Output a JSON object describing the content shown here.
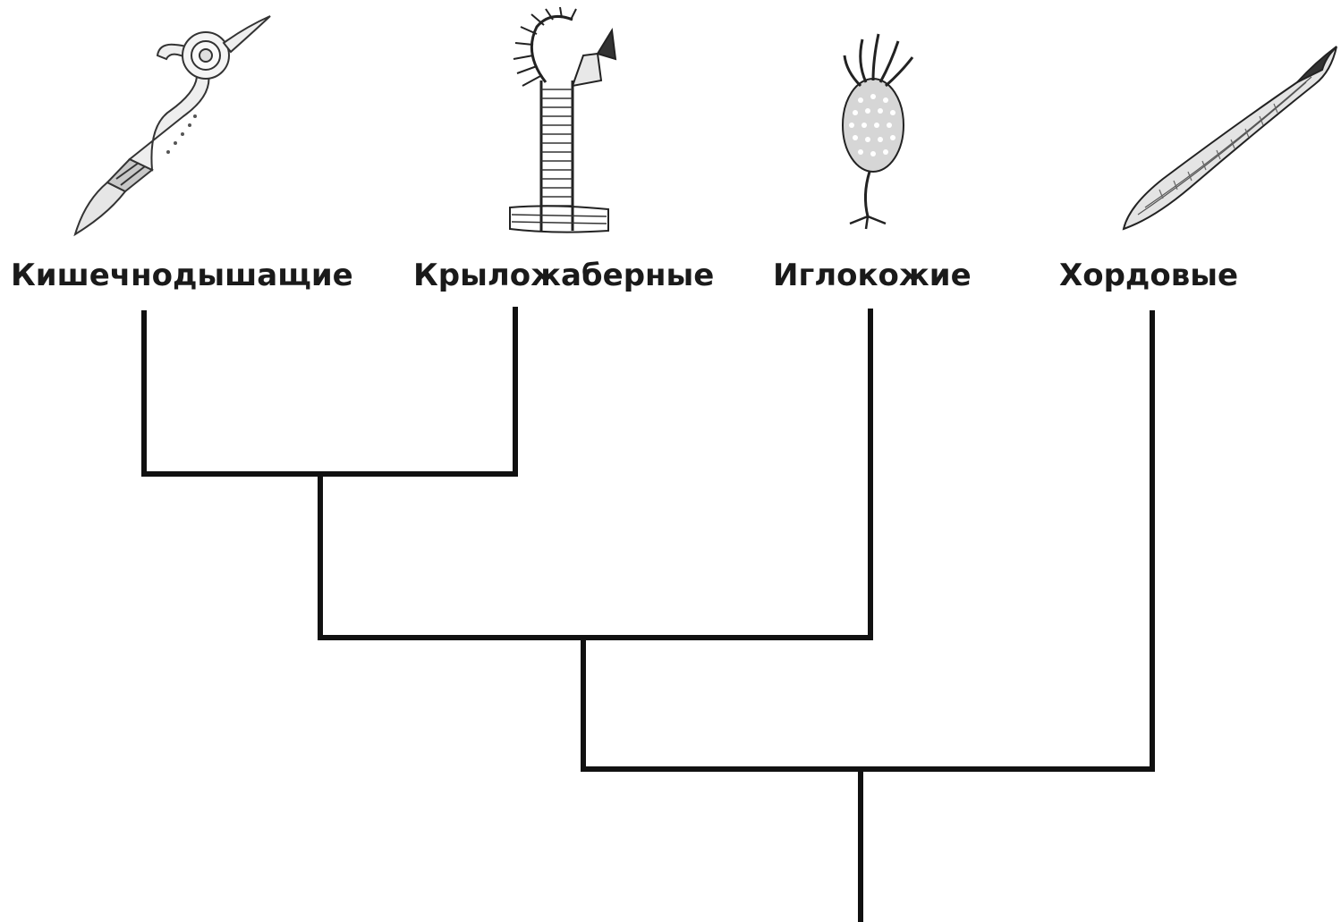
{
  "taxa": [
    {
      "label": "Кишечнодышащие",
      "icon": "acorn-worm-icon"
    },
    {
      "label": "Крыложаберные",
      "icon": "pterobranch-icon"
    },
    {
      "label": "Иглокожие",
      "icon": "crinoid-larva-icon"
    },
    {
      "label": "Хордовые",
      "icon": "lancelet-icon"
    }
  ],
  "tree": {
    "line_color": "#111111",
    "topology": "(((Кишечнодышащие, Крыложаберные), Иглокожие), Хордовые)"
  }
}
